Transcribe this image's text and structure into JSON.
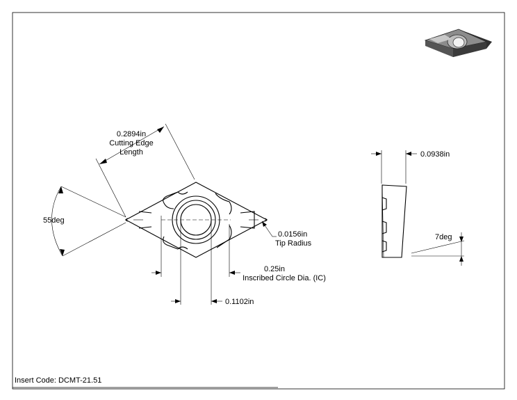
{
  "title_block": {
    "insert_code": "Insert Code: DCMT-21.51"
  },
  "dimensions": {
    "cutting_edge_value": "0.2894in",
    "cutting_edge_line1": "Cutting Edge",
    "cutting_edge_line2": "Length",
    "angle": "55deg",
    "tip_radius_value": "0.0156in",
    "tip_radius_label": "Tip Radius",
    "ic_value": "0.25in",
    "ic_label": "Inscribed Circle Dia. (IC)",
    "hole_value": "0.1102in",
    "thickness_value": "0.0938in",
    "clearance_angle": "7deg"
  },
  "colors": {
    "insert_dark": "#3a3a3a",
    "insert_mid": "#8a8a8a",
    "insert_light": "#d4d4d4"
  },
  "icons": {
    "iso_view": "insert-3d-render"
  }
}
